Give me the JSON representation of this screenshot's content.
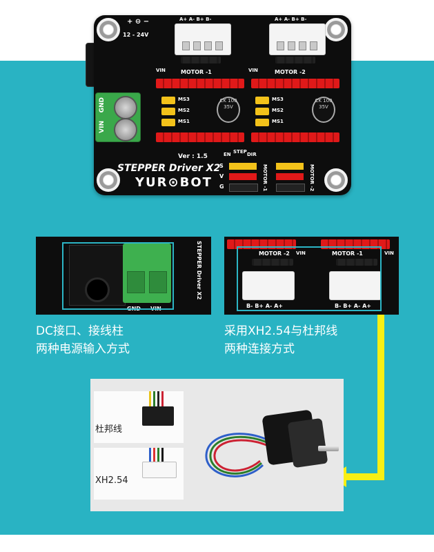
{
  "board": {
    "power_label": "12 - 24V",
    "power_symbol": "+ ⊖ −",
    "motor1_pins": "A+ A- B+ B-",
    "motor2_pins": "A+ A- B+ B-",
    "vin_label": "VIN",
    "motor1_label": "MOTOR -1",
    "motor2_label": "MOTOR -2",
    "ms3": "MS3",
    "ms2": "MS2",
    "ms1": "MS1",
    "cap_text": "CK 100 35V",
    "gnd": "GND",
    "vin": "VIN",
    "ver": "Ver : 1.5",
    "title": "STEPPER Driver X2",
    "logo": "YUR⊙BOT",
    "en": "EN",
    "step": "STEP",
    "dir": "DIR",
    "svg_labels": [
      "S",
      "V",
      "G"
    ],
    "motor1_vert": "MOTOR -1",
    "motor2_vert": "MOTOR -2"
  },
  "inset_left": {
    "gnd": "GND",
    "vin": "VIN",
    "side_text": "STEPPER Driver X2"
  },
  "inset_right": {
    "motor2": "MOTOR -2",
    "motor1": "MOTOR -1",
    "vin": "VIN",
    "pins_left": "B- B+ A- A+",
    "pins_right": "B- B+ A- A+"
  },
  "captions": {
    "left_line1": "DC接口、接线柱",
    "left_line2": "两种电源输入方式",
    "right_line1": "采用XH2.54与杜邦线",
    "right_line2": "两种连接方式"
  },
  "photo": {
    "dupont_label": "杜邦线",
    "xh_label": "XH2.54"
  },
  "colors": {
    "teal": "#29b3c3",
    "board": "#0d0d0d",
    "arrow": "#f8ef14",
    "header_red": "#e01919",
    "jumper_yellow": "#f3c21a"
  }
}
